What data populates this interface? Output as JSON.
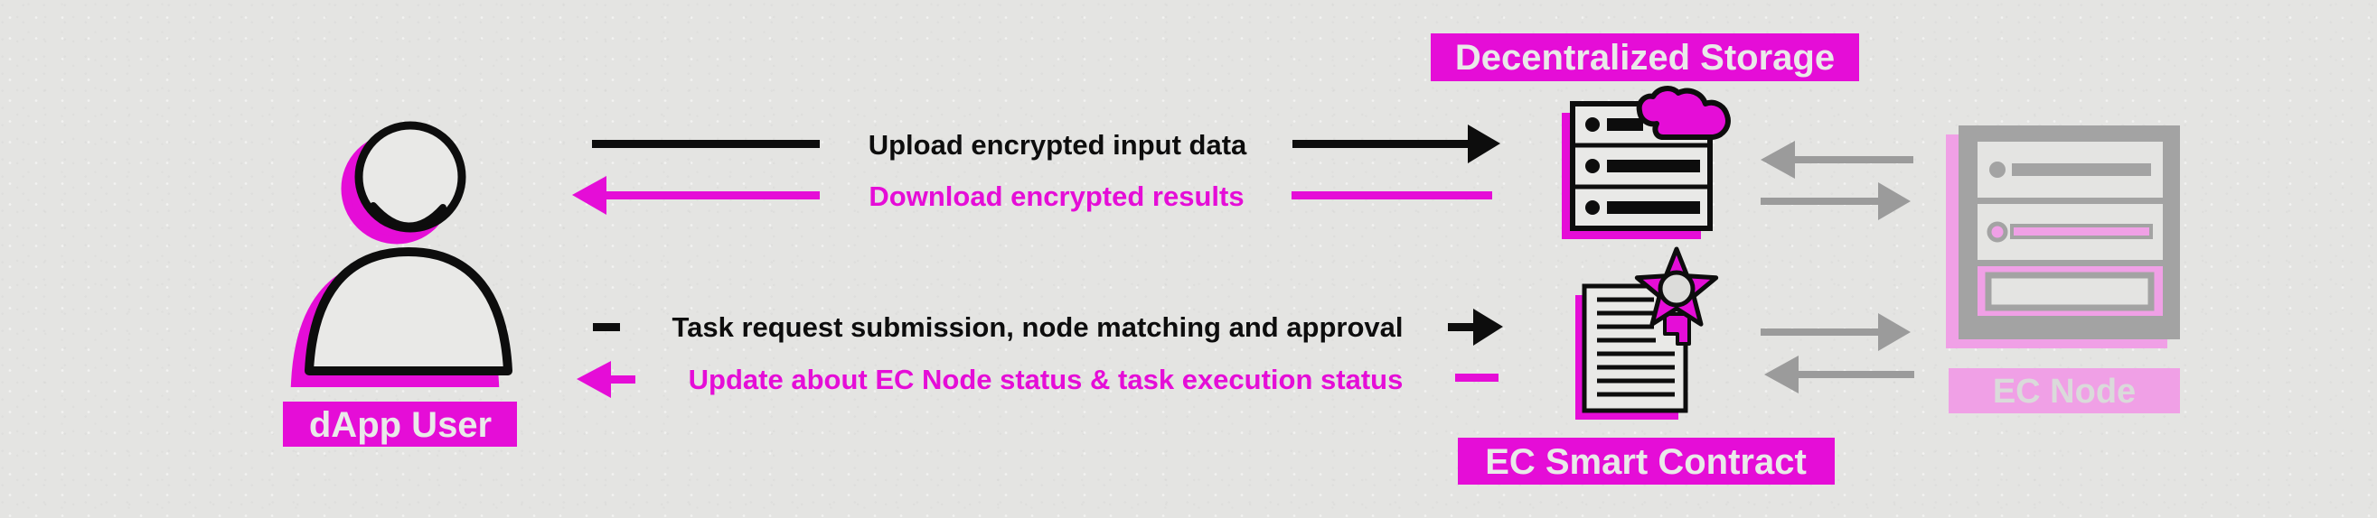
{
  "title": "dApp workflow diagram",
  "colors": {
    "magenta": "#e50dd7",
    "ink": "#0d0d0d",
    "paper": "#e4e4e2",
    "icon-fill": "#e9e9e7",
    "arrow-gray": "#9b9b9b",
    "node-gray": "#a3a3a3",
    "node-pink": "#f0a0e6",
    "label-text": "#e9e9e9",
    "node-label-text": "#dadada",
    "seal-circle": "#dcdcda"
  },
  "nodes": {
    "dapp_user": {
      "label": "dApp User",
      "icon": "person-icon"
    },
    "storage": {
      "label": "Decentralized Storage",
      "icon": "server-cloud-icon"
    },
    "contract": {
      "label": "EC Smart Contract",
      "icon": "document-seal-icon"
    },
    "ec_node": {
      "label": "EC Node",
      "icon": "server-icon",
      "state": "faded"
    }
  },
  "flows": {
    "upload": {
      "label": "Upload encrypted input data",
      "from": "dapp_user",
      "to": "storage",
      "color": "black",
      "direction": "right"
    },
    "download": {
      "label": "Download encrypted results",
      "from": "storage",
      "to": "dapp_user",
      "color": "magenta",
      "direction": "left"
    },
    "task_request": {
      "label": "Task request submission, node matching and approval",
      "from": "dapp_user",
      "to": "contract",
      "color": "black",
      "direction": "right"
    },
    "status_update": {
      "label": "Update about EC Node status & task execution status",
      "from": "contract",
      "to": "dapp_user",
      "color": "magenta",
      "direction": "left"
    },
    "storage_node_exchange": {
      "label": "",
      "from": "storage",
      "to": "ec_node",
      "color": "gray",
      "direction": "both"
    },
    "contract_node_exchange": {
      "label": "",
      "from": "contract",
      "to": "ec_node",
      "color": "gray",
      "direction": "both"
    }
  }
}
